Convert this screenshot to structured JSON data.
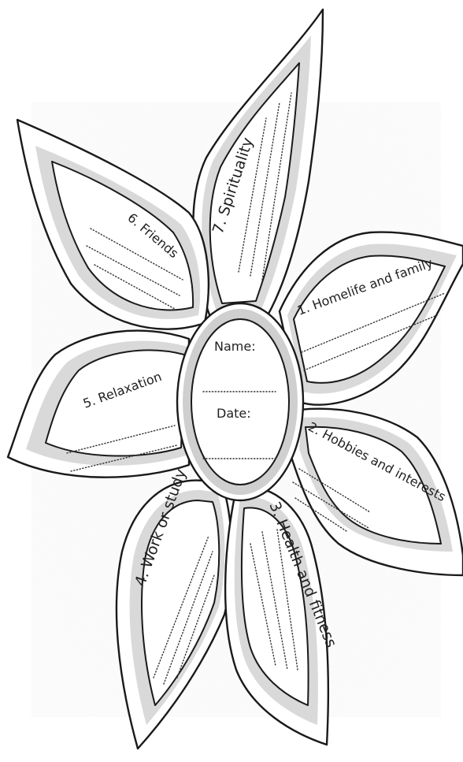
{
  "center": {
    "name_label": "Name:",
    "date_label": "Date:"
  },
  "petals": [
    {
      "label": "1. Homelife and family"
    },
    {
      "label": "2. Hobbies and interests"
    },
    {
      "label": "3. Health and fitness"
    },
    {
      "label": "4. Work or study"
    },
    {
      "label": "5. Relaxation"
    },
    {
      "label": "6. Friends"
    },
    {
      "label": "7. Spirituality"
    }
  ],
  "colors": {
    "ink": "#1a1a1a",
    "band": "#d9d9d9",
    "paper": "#ffffff"
  }
}
